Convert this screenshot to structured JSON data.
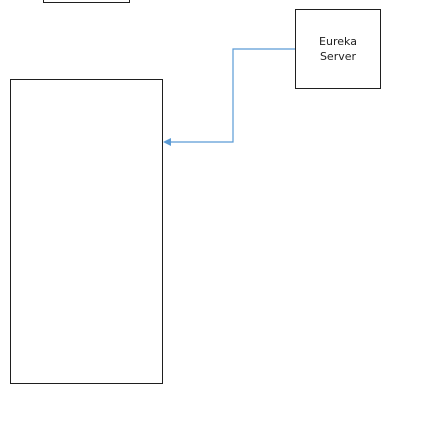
{
  "diagram": {
    "nodes": [
      {
        "id": "top-partial-box",
        "label": ""
      },
      {
        "id": "eureka-server",
        "label": "Eureka\nServer"
      },
      {
        "id": "left-box",
        "label": ""
      }
    ],
    "edges": [
      {
        "from": "eureka-server",
        "to": "left-box",
        "style": "elbow",
        "color": "#5b9bd5"
      }
    ]
  }
}
